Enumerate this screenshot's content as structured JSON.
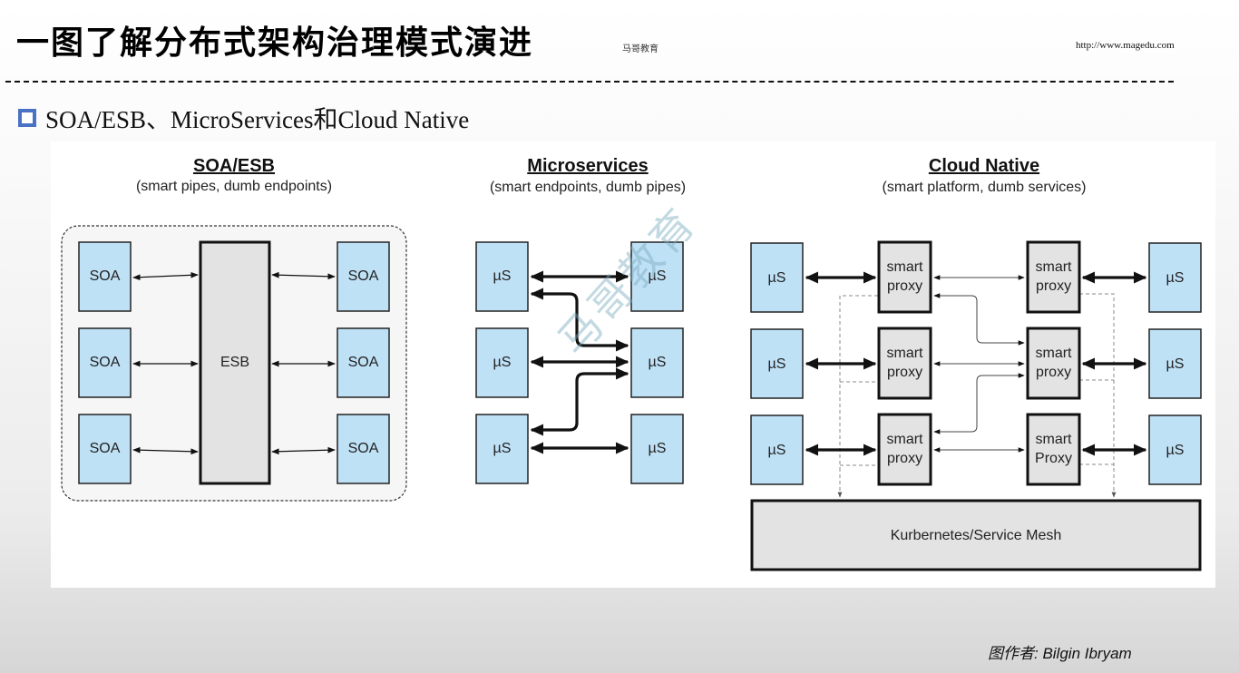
{
  "header": {
    "title": "一图了解分布式架构治理模式演进",
    "title_overlay": "马哥教育",
    "site_url": "http://www.magedu.com"
  },
  "section": {
    "heading": "SOA/ESB、MicroServices和Cloud Native",
    "bullet_color": "#4a72c4"
  },
  "colors": {
    "service_fill": "#bfe1f6",
    "gray_fill": "#e3e3e3",
    "outline": "#1a1a1a",
    "soa_group_fill": "#f6f6f6"
  },
  "panels": {
    "soa": {
      "title": "SOA/ESB",
      "subtitle": "(smart pipes, dumb endpoints)",
      "left_services": [
        "SOA",
        "SOA",
        "SOA"
      ],
      "bus_label": "ESB",
      "right_services": [
        "SOA",
        "SOA",
        "SOA"
      ]
    },
    "microservices": {
      "title": "Microservices",
      "subtitle": "(smart endpoints, dumb pipes)",
      "left_services": [
        "µS",
        "µS",
        "µS"
      ],
      "right_services": [
        "µS",
        "µS",
        "µS"
      ]
    },
    "cloud_native": {
      "title": "Cloud Native",
      "subtitle": "(smart platform, dumb services)",
      "left_services": [
        "µS",
        "µS",
        "µS"
      ],
      "left_proxies": [
        [
          "smart",
          "proxy"
        ],
        [
          "smart",
          "proxy"
        ],
        [
          "smart",
          "proxy"
        ]
      ],
      "right_proxies": [
        [
          "smart",
          "proxy"
        ],
        [
          "smart",
          "proxy"
        ],
        [
          "smart",
          "Proxy"
        ]
      ],
      "right_services": [
        "µS",
        "µS",
        "µS"
      ],
      "platform_label": "Kurbernetes/Service Mesh"
    }
  },
  "watermark": "马哥教育",
  "caption": "图作者:  Bilgin Ibryam"
}
